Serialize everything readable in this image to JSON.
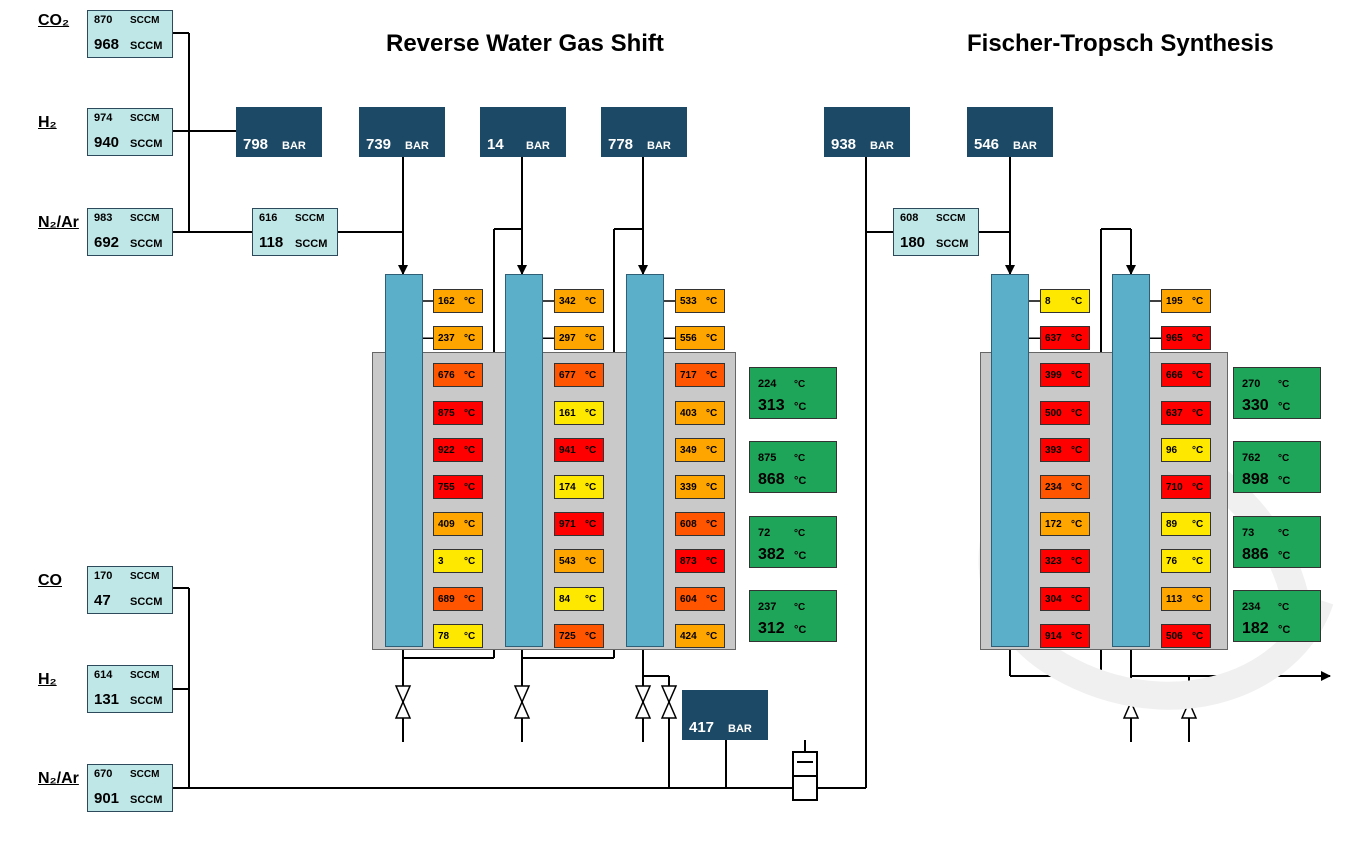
{
  "titles": {
    "rwgs": "Reverse Water Gas Shift",
    "fts": "Fischer-Tropsch Synthesis"
  },
  "colors": {
    "cool": "#ffe800",
    "warm": "#ffa500",
    "hot": "#ff5500",
    "very_hot": "#ff0000",
    "pressure_box": "#1c4966",
    "mfc_box": "#bfe7e7",
    "heater_box": "#1fa55a",
    "reactor_tube": "#5bafc9",
    "furnace": "#c9c9c9"
  },
  "gases": {
    "co2": "CO₂",
    "h2_top": "H₂",
    "n2ar_top": "N₂/Ar",
    "co": "CO",
    "h2_bottom": "H₂",
    "n2ar_bottom": "N₂/Ar"
  },
  "mfc": {
    "co2": {
      "setpoint": "870",
      "actual": "968",
      "unit": "SCCM"
    },
    "h2_top": {
      "setpoint": "974",
      "actual": "940",
      "unit": "SCCM"
    },
    "n2ar_top": {
      "setpoint": "983",
      "actual": "692",
      "unit": "SCCM"
    },
    "rwgs_feed": {
      "setpoint": "616",
      "actual": "118",
      "unit": "SCCM"
    },
    "fts_feed": {
      "setpoint": "608",
      "actual": "180",
      "unit": "SCCM"
    },
    "co": {
      "setpoint": "170",
      "actual": "47",
      "unit": "SCCM"
    },
    "h2_bottom": {
      "setpoint": "614",
      "actual": "131",
      "unit": "SCCM"
    },
    "n2ar_bottom": {
      "setpoint": "670",
      "actual": "901",
      "unit": "SCCM"
    }
  },
  "pressures": {
    "p1": {
      "value": "798",
      "unit": "BAR"
    },
    "p2": {
      "value": "739",
      "unit": "BAR"
    },
    "p3": {
      "value": "14",
      "unit": "BAR"
    },
    "p4": {
      "value": "778",
      "unit": "BAR"
    },
    "p5": {
      "value": "938",
      "unit": "BAR"
    },
    "p6": {
      "value": "546",
      "unit": "BAR"
    },
    "p7": {
      "value": "417",
      "unit": "BAR"
    }
  },
  "temp_unit": "°C",
  "reactor_temps": {
    "r1": [
      {
        "value": "162",
        "level": "warm"
      },
      {
        "value": "237",
        "level": "warm"
      },
      {
        "value": "676",
        "level": "hot"
      },
      {
        "value": "875",
        "level": "very_hot"
      },
      {
        "value": "922",
        "level": "very_hot"
      },
      {
        "value": "755",
        "level": "very_hot"
      },
      {
        "value": "409",
        "level": "warm"
      },
      {
        "value": "3",
        "level": "cool"
      },
      {
        "value": "689",
        "level": "hot"
      },
      {
        "value": "78",
        "level": "cool"
      }
    ],
    "r2": [
      {
        "value": "342",
        "level": "warm"
      },
      {
        "value": "297",
        "level": "warm"
      },
      {
        "value": "677",
        "level": "hot"
      },
      {
        "value": "161",
        "level": "cool"
      },
      {
        "value": "941",
        "level": "very_hot"
      },
      {
        "value": "174",
        "level": "cool"
      },
      {
        "value": "971",
        "level": "very_hot"
      },
      {
        "value": "543",
        "level": "warm"
      },
      {
        "value": "84",
        "level": "cool"
      },
      {
        "value": "725",
        "level": "hot"
      }
    ],
    "r3": [
      {
        "value": "533",
        "level": "warm"
      },
      {
        "value": "556",
        "level": "warm"
      },
      {
        "value": "717",
        "level": "hot"
      },
      {
        "value": "403",
        "level": "warm"
      },
      {
        "value": "349",
        "level": "warm"
      },
      {
        "value": "339",
        "level": "warm"
      },
      {
        "value": "608",
        "level": "hot"
      },
      {
        "value": "873",
        "level": "very_hot"
      },
      {
        "value": "604",
        "level": "hot"
      },
      {
        "value": "424",
        "level": "warm"
      }
    ],
    "r4": [
      {
        "value": "8",
        "level": "cool"
      },
      {
        "value": "637",
        "level": "very_hot"
      },
      {
        "value": "399",
        "level": "very_hot"
      },
      {
        "value": "500",
        "level": "very_hot"
      },
      {
        "value": "393",
        "level": "very_hot"
      },
      {
        "value": "234",
        "level": "hot"
      },
      {
        "value": "172",
        "level": "warm"
      },
      {
        "value": "323",
        "level": "very_hot"
      },
      {
        "value": "304",
        "level": "very_hot"
      },
      {
        "value": "914",
        "level": "very_hot"
      }
    ],
    "r5": [
      {
        "value": "195",
        "level": "warm"
      },
      {
        "value": "965",
        "level": "very_hot"
      },
      {
        "value": "666",
        "level": "very_hot"
      },
      {
        "value": "637",
        "level": "very_hot"
      },
      {
        "value": "96",
        "level": "cool"
      },
      {
        "value": "710",
        "level": "very_hot"
      },
      {
        "value": "89",
        "level": "cool"
      },
      {
        "value": "76",
        "level": "cool"
      },
      {
        "value": "113",
        "level": "warm"
      },
      {
        "value": "506",
        "level": "very_hot"
      }
    ]
  },
  "heater_zones": {
    "rwgs": [
      {
        "setpoint": "224",
        "actual": "313"
      },
      {
        "setpoint": "875",
        "actual": "868"
      },
      {
        "setpoint": "72",
        "actual": "382"
      },
      {
        "setpoint": "237",
        "actual": "312"
      }
    ],
    "fts": [
      {
        "setpoint": "270",
        "actual": "330"
      },
      {
        "setpoint": "762",
        "actual": "898"
      },
      {
        "setpoint": "73",
        "actual": "886"
      },
      {
        "setpoint": "234",
        "actual": "182"
      }
    ]
  }
}
